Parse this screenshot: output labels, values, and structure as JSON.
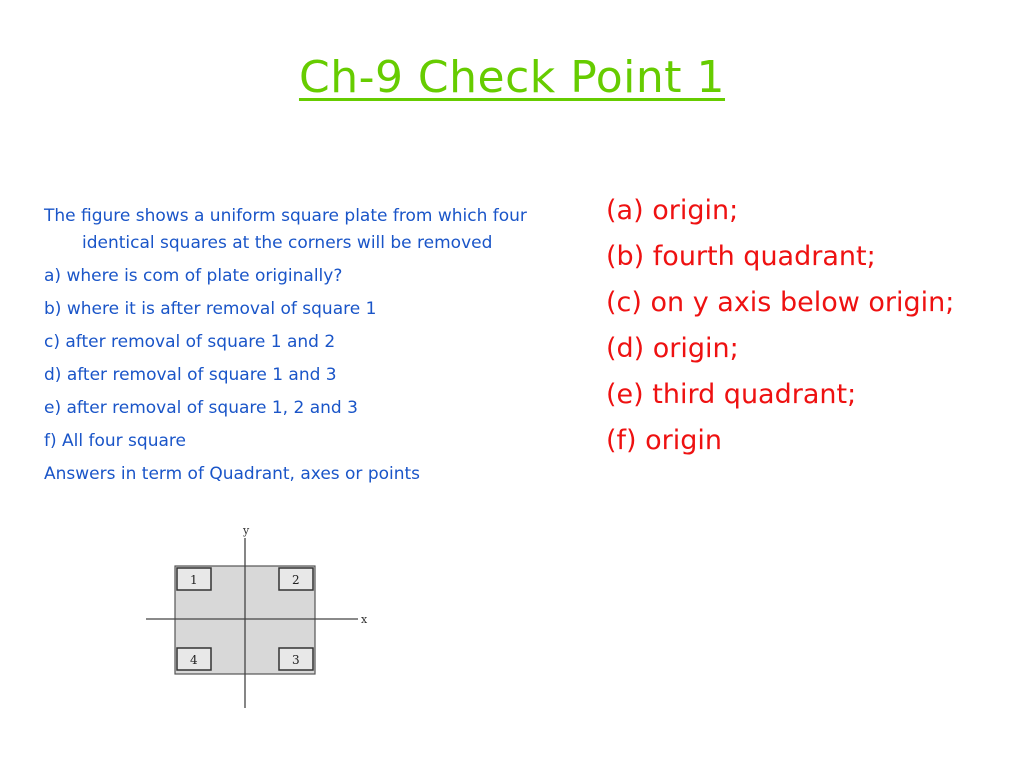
{
  "title": "Ch-9 Check Point 1",
  "question": {
    "intro": "The figure shows a uniform square plate from which four identical squares at the corners will be removed",
    "items": [
      "a) where is com of plate originally?",
      "b) where it is after removal of square 1",
      "c) after removal of square 1 and 2",
      "d) after removal of square 1 and 3",
      "e) after removal of square 1, 2 and 3",
      "f) All four square",
      "Answers in term of Quadrant, axes or points"
    ]
  },
  "answers": [
    "(a) origin;",
    "(b) fourth quadrant;",
    "(c) on y axis below origin;",
    "(d) origin;",
    "(e) third quadrant;",
    "(f) origin"
  ],
  "figure": {
    "y_label": "y",
    "x_label": "x",
    "squares": [
      "1",
      "2",
      "4",
      "3"
    ]
  },
  "colors": {
    "title": "#66cc00",
    "question_text": "#1a55c8",
    "answer_text": "#ee1111",
    "plate_fill": "#d8d8d8"
  }
}
